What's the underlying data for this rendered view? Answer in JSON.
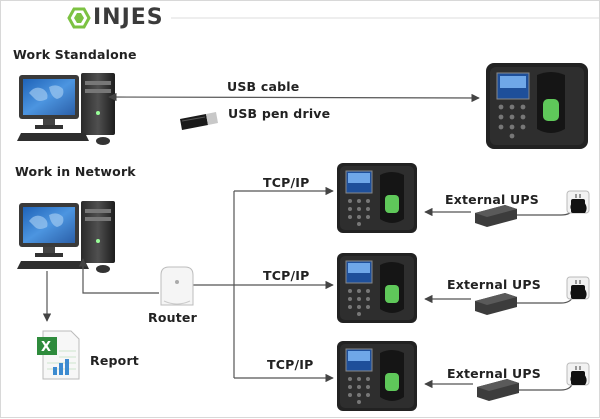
{
  "brand": {
    "name": "INJES",
    "logo_color": "#7cc242"
  },
  "sections": {
    "standalone": "Work Standalone",
    "network": "Work in Network"
  },
  "labels": {
    "usb_cable": "USB cable",
    "usb_pen_drive": "USB pen drive",
    "tcpip": [
      "TCP/IP",
      "TCP/IP",
      "TCP/IP"
    ],
    "external_ups": [
      "External UPS",
      "External UPS",
      "External UPS"
    ],
    "router": "Router",
    "report": "Report"
  },
  "colors": {
    "line": "#666666",
    "device_body": "#262626",
    "screen": "#3a78c8",
    "fingerprint": "#5fc85a"
  },
  "icons": [
    "pc-icon",
    "usb-pen-drive-icon",
    "time-attendance-terminal-icon",
    "router-icon",
    "excel-report-icon",
    "ups-icon",
    "power-socket-icon"
  ]
}
